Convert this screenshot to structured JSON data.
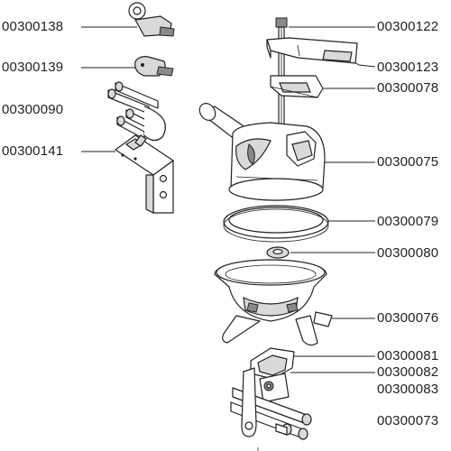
{
  "labels_left": [
    {
      "id": "p1",
      "text": "00300138"
    },
    {
      "id": "p2",
      "text": "00300139"
    },
    {
      "id": "p3",
      "text": "00300090"
    },
    {
      "id": "p4",
      "text": "00300141"
    }
  ],
  "labels_right": [
    {
      "id": "p5",
      "text": "00300122"
    },
    {
      "id": "p6",
      "text": "00300123"
    },
    {
      "id": "p7",
      "text": "00300078"
    },
    {
      "id": "p8",
      "text": "00300075"
    },
    {
      "id": "p9",
      "text": "00300079"
    },
    {
      "id": "p10",
      "text": "00300080"
    },
    {
      "id": "p11",
      "text": "00300076"
    },
    {
      "id": "p12",
      "text": "00300081"
    },
    {
      "id": "p13",
      "text": "00300082"
    },
    {
      "id": "p14",
      "text": "00300083"
    },
    {
      "id": "p15",
      "text": "00300073"
    }
  ]
}
